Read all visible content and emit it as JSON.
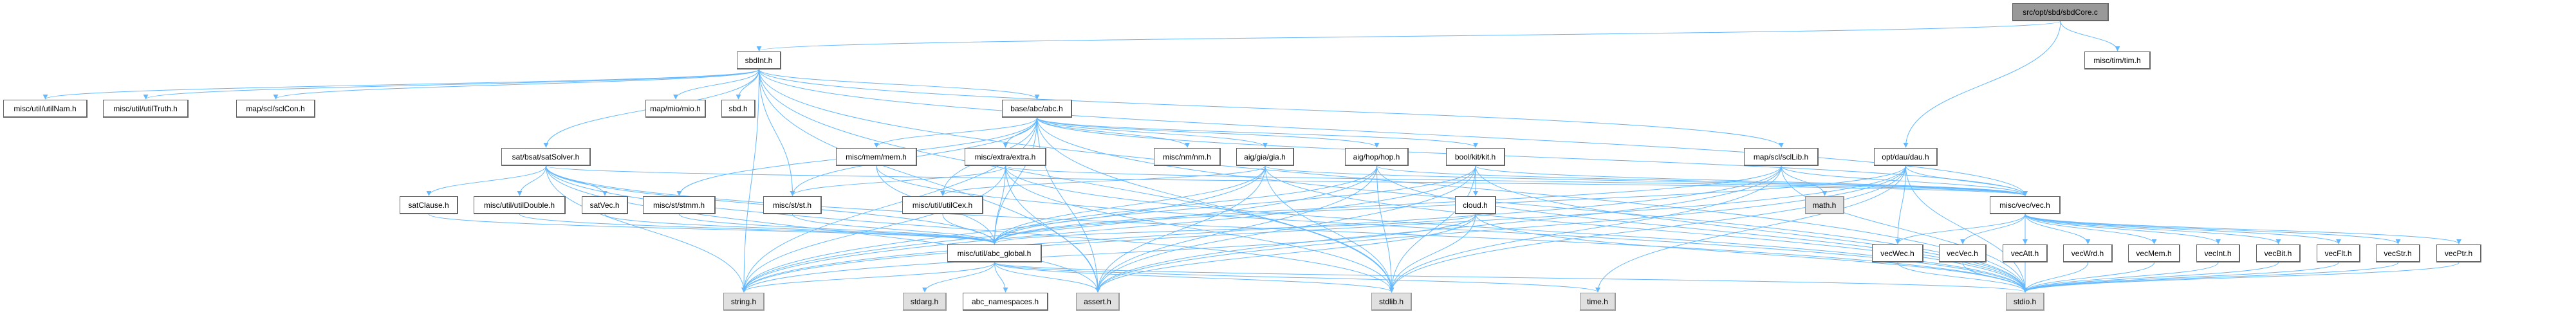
{
  "graph": {
    "edge_color": "#63b8ff",
    "nodes": [
      {
        "id": "sbdCore",
        "label": "src/opt/sbd/sbdCore.c",
        "style": "root"
      },
      {
        "id": "sbdInt",
        "label": "sbdInt.h",
        "style": "white"
      },
      {
        "id": "tim",
        "label": "misc/tim/tim.h",
        "style": "white"
      },
      {
        "id": "utilNam",
        "label": "misc/util/utilNam.h",
        "style": "white"
      },
      {
        "id": "utilTruth",
        "label": "misc/util/utilTruth.h",
        "style": "white"
      },
      {
        "id": "sclCon",
        "label": "map/scl/sclCon.h",
        "style": "white"
      },
      {
        "id": "mio",
        "label": "map/mio/mio.h",
        "style": "white"
      },
      {
        "id": "sbd",
        "label": "sbd.h",
        "style": "white"
      },
      {
        "id": "abc",
        "label": "base/abc/abc.h",
        "style": "white"
      },
      {
        "id": "satSolver",
        "label": "sat/bsat/satSolver.h",
        "style": "white"
      },
      {
        "id": "mem",
        "label": "misc/mem/mem.h",
        "style": "white"
      },
      {
        "id": "extra",
        "label": "misc/extra/extra.h",
        "style": "white"
      },
      {
        "id": "nm",
        "label": "misc/nm/nm.h",
        "style": "white"
      },
      {
        "id": "gia",
        "label": "aig/gia/gia.h",
        "style": "white"
      },
      {
        "id": "hop",
        "label": "aig/hop/hop.h",
        "style": "white"
      },
      {
        "id": "kit",
        "label": "bool/kit/kit.h",
        "style": "white"
      },
      {
        "id": "sclLib",
        "label": "map/scl/sclLib.h",
        "style": "white"
      },
      {
        "id": "dau",
        "label": "opt/dau/dau.h",
        "style": "white"
      },
      {
        "id": "satClause",
        "label": "satClause.h",
        "style": "white"
      },
      {
        "id": "utilDouble",
        "label": "misc/util/utilDouble.h",
        "style": "white"
      },
      {
        "id": "satVec",
        "label": "satVec.h",
        "style": "white"
      },
      {
        "id": "stmm",
        "label": "misc/st/stmm.h",
        "style": "white"
      },
      {
        "id": "st",
        "label": "misc/st/st.h",
        "style": "white"
      },
      {
        "id": "utilCex",
        "label": "misc/util/utilCex.h",
        "style": "white"
      },
      {
        "id": "cloud",
        "label": "cloud.h",
        "style": "white"
      },
      {
        "id": "math",
        "label": "math.h",
        "style": "gray"
      },
      {
        "id": "vec",
        "label": "misc/vec/vec.h",
        "style": "white"
      },
      {
        "id": "abc_global",
        "label": "misc/util/abc_global.h",
        "style": "white"
      },
      {
        "id": "vecWec",
        "label": "vecWec.h",
        "style": "white"
      },
      {
        "id": "vecVec",
        "label": "vecVec.h",
        "style": "white"
      },
      {
        "id": "vecAtt",
        "label": "vecAtt.h",
        "style": "white"
      },
      {
        "id": "vecWrd",
        "label": "vecWrd.h",
        "style": "white"
      },
      {
        "id": "vecMem",
        "label": "vecMem.h",
        "style": "white"
      },
      {
        "id": "vecInt",
        "label": "vecInt.h",
        "style": "white"
      },
      {
        "id": "vecBit",
        "label": "vecBit.h",
        "style": "white"
      },
      {
        "id": "vecFlt",
        "label": "vecFlt.h",
        "style": "white"
      },
      {
        "id": "vecStr",
        "label": "vecStr.h",
        "style": "white"
      },
      {
        "id": "vecPtr",
        "label": "vecPtr.h",
        "style": "white"
      },
      {
        "id": "string",
        "label": "string.h",
        "style": "gray"
      },
      {
        "id": "stdarg",
        "label": "stdarg.h",
        "style": "gray"
      },
      {
        "id": "abc_namespaces",
        "label": "abc_namespaces.h",
        "style": "white"
      },
      {
        "id": "assert",
        "label": "assert.h",
        "style": "gray"
      },
      {
        "id": "stdlib",
        "label": "stdlib.h",
        "style": "gray"
      },
      {
        "id": "time",
        "label": "time.h",
        "style": "gray"
      },
      {
        "id": "stdio",
        "label": "stdio.h",
        "style": "gray"
      }
    ],
    "edges": [
      [
        "sbdCore",
        "sbdInt"
      ],
      [
        "sbdCore",
        "dau"
      ],
      [
        "sbdCore",
        "tim"
      ],
      [
        "sbdInt",
        "stdio"
      ],
      [
        "sbdInt",
        "stdlib"
      ],
      [
        "sbdInt",
        "string"
      ],
      [
        "sbdInt",
        "assert"
      ],
      [
        "sbdInt",
        "abc"
      ],
      [
        "sbdInt",
        "vec"
      ],
      [
        "sbdInt",
        "satSolver"
      ],
      [
        "sbdInt",
        "utilNam"
      ],
      [
        "sbdInt",
        "utilTruth"
      ],
      [
        "sbdInt",
        "sclCon"
      ],
      [
        "sbdInt",
        "mio"
      ],
      [
        "sbdInt",
        "sbd"
      ],
      [
        "sbdInt",
        "st"
      ],
      [
        "sbdInt",
        "sclLib"
      ],
      [
        "abc",
        "stdio"
      ],
      [
        "abc",
        "stdlib"
      ],
      [
        "abc",
        "string"
      ],
      [
        "abc",
        "vec"
      ],
      [
        "abc",
        "hop"
      ],
      [
        "abc",
        "gia"
      ],
      [
        "abc",
        "st"
      ],
      [
        "abc",
        "stmm"
      ],
      [
        "abc",
        "nm"
      ],
      [
        "abc",
        "mem"
      ],
      [
        "abc",
        "utilCex"
      ],
      [
        "abc",
        "extra"
      ],
      [
        "abc",
        "kit"
      ],
      [
        "abc",
        "abc_global"
      ],
      [
        "abc",
        "assert"
      ],
      [
        "satSolver",
        "stdio"
      ],
      [
        "satSolver",
        "stdlib"
      ],
      [
        "satSolver",
        "string"
      ],
      [
        "satSolver",
        "assert"
      ],
      [
        "satSolver",
        "satClause"
      ],
      [
        "satSolver",
        "utilDouble"
      ],
      [
        "satSolver",
        "satVec"
      ],
      [
        "satSolver",
        "abc_global"
      ],
      [
        "satSolver",
        "vec"
      ],
      [
        "satClause",
        "abc_global"
      ],
      [
        "utilDouble",
        "abc_global"
      ],
      [
        "satVec",
        "abc_global"
      ],
      [
        "mem",
        "stdio"
      ],
      [
        "mem",
        "abc_global"
      ],
      [
        "extra",
        "stdio"
      ],
      [
        "extra",
        "stdlib"
      ],
      [
        "extra",
        "string"
      ],
      [
        "extra",
        "assert"
      ],
      [
        "extra",
        "st"
      ],
      [
        "extra",
        "abc_global"
      ],
      [
        "extra",
        "vec"
      ],
      [
        "gia",
        "stdio"
      ],
      [
        "gia",
        "stdlib"
      ],
      [
        "gia",
        "string"
      ],
      [
        "gia",
        "assert"
      ],
      [
        "gia",
        "vec"
      ],
      [
        "gia",
        "utilCex"
      ],
      [
        "gia",
        "abc_global"
      ],
      [
        "hop",
        "stdio"
      ],
      [
        "hop",
        "stdlib"
      ],
      [
        "hop",
        "string"
      ],
      [
        "hop",
        "assert"
      ],
      [
        "hop",
        "vec"
      ],
      [
        "hop",
        "abc_global"
      ],
      [
        "kit",
        "stdio"
      ],
      [
        "kit",
        "stdlib"
      ],
      [
        "kit",
        "string"
      ],
      [
        "kit",
        "assert"
      ],
      [
        "kit",
        "cloud"
      ],
      [
        "kit",
        "vec"
      ],
      [
        "kit",
        "abc_global"
      ],
      [
        "cloud",
        "stdio"
      ],
      [
        "cloud",
        "stdlib"
      ],
      [
        "cloud",
        "string"
      ],
      [
        "cloud",
        "assert"
      ],
      [
        "cloud",
        "abc_global"
      ],
      [
        "sclLib",
        "stdlib"
      ],
      [
        "sclLib",
        "stdio"
      ],
      [
        "sclLib",
        "string"
      ],
      [
        "sclLib",
        "assert"
      ],
      [
        "sclLib",
        "math"
      ],
      [
        "sclLib",
        "vec"
      ],
      [
        "sclLib",
        "abc_global"
      ],
      [
        "dau",
        "stdlib"
      ],
      [
        "dau",
        "stdio"
      ],
      [
        "dau",
        "string"
      ],
      [
        "dau",
        "assert"
      ],
      [
        "dau",
        "time"
      ],
      [
        "dau",
        "vec"
      ],
      [
        "dau",
        "vecWec"
      ],
      [
        "dau",
        "abc_global"
      ],
      [
        "stmm",
        "abc_global"
      ],
      [
        "st",
        "abc_global"
      ],
      [
        "utilCex",
        "abc_global"
      ],
      [
        "abc_global",
        "stdio"
      ],
      [
        "abc_global",
        "stdlib"
      ],
      [
        "abc_global",
        "string"
      ],
      [
        "abc_global",
        "assert"
      ],
      [
        "abc_global",
        "stdarg"
      ],
      [
        "abc_global",
        "abc_namespaces"
      ],
      [
        "abc_global",
        "time"
      ],
      [
        "vec",
        "stdio"
      ],
      [
        "vec",
        "vecVec"
      ],
      [
        "vec",
        "vecAtt"
      ],
      [
        "vec",
        "vecWrd"
      ],
      [
        "vec",
        "vecMem"
      ],
      [
        "vec",
        "vecInt"
      ],
      [
        "vec",
        "vecBit"
      ],
      [
        "vec",
        "vecFlt"
      ],
      [
        "vec",
        "vecStr"
      ],
      [
        "vec",
        "vecPtr"
      ],
      [
        "vec",
        "vecWec"
      ],
      [
        "vecWec",
        "stdio"
      ],
      [
        "vecVec",
        "stdio"
      ],
      [
        "vecAtt",
        "stdio"
      ],
      [
        "vecWrd",
        "stdio"
      ],
      [
        "vecMem",
        "stdio"
      ],
      [
        "vecInt",
        "stdio"
      ],
      [
        "vecBit",
        "stdio"
      ],
      [
        "vecFlt",
        "stdio"
      ],
      [
        "vecStr",
        "stdio"
      ],
      [
        "vecPtr",
        "stdio"
      ]
    ]
  }
}
